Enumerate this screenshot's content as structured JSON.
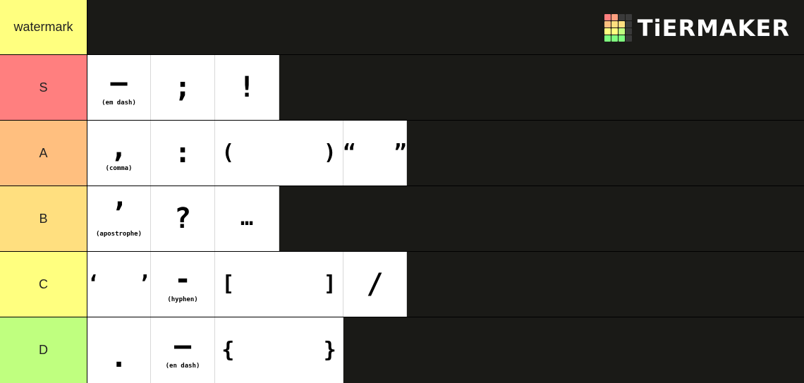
{
  "brand": {
    "logo_text": "TiERMAKER",
    "logo_colors": [
      "#ff7f7f",
      "#ff9f7f",
      "#3a3a3a",
      "#3a3a3a",
      "#ffbf7f",
      "#ffdf7f",
      "#ffdf7f",
      "#3a3a3a",
      "#ffff7f",
      "#ffff7f",
      "#bfff7f",
      "#3a3a3a",
      "#7fff7f",
      "#7fff7f",
      "#7fff7f",
      "#3a3a3a"
    ]
  },
  "tiers": [
    {
      "label": "watermark",
      "color": "#ffff7f",
      "items": []
    },
    {
      "label": "S",
      "color": "#ff7f7f",
      "items": [
        {
          "glyph": "–",
          "caption": "(em dash)"
        },
        {
          "glyph": ";",
          "caption": ""
        },
        {
          "glyph": "!",
          "caption": ""
        }
      ]
    },
    {
      "label": "A",
      "color": "#ffbf7f",
      "items": [
        {
          "glyph": ",",
          "caption": "(comma)"
        },
        {
          "glyph": ":",
          "caption": ""
        },
        {
          "glyph": "(       )",
          "caption": ""
        },
        {
          "glyph": "“   ”",
          "caption": ""
        }
      ]
    },
    {
      "label": "B",
      "color": "#ffdf7f",
      "items": [
        {
          "glyph": "’",
          "caption": "(apostrophe)"
        },
        {
          "glyph": "?",
          "caption": ""
        },
        {
          "glyph": "…",
          "caption": ""
        }
      ]
    },
    {
      "label": "C",
      "color": "#ffff7f",
      "items": [
        {
          "glyph": "‘   ’",
          "caption": ""
        },
        {
          "glyph": "-",
          "caption": "(hyphen)"
        },
        {
          "glyph": "[       ]",
          "caption": ""
        },
        {
          "glyph": "/",
          "caption": ""
        }
      ]
    },
    {
      "label": "D",
      "color": "#bfff7f",
      "items": [
        {
          "glyph": ".",
          "caption": ""
        },
        {
          "glyph": "–",
          "caption": "(en dash)"
        },
        {
          "glyph": "{       }",
          "caption": ""
        }
      ]
    }
  ]
}
